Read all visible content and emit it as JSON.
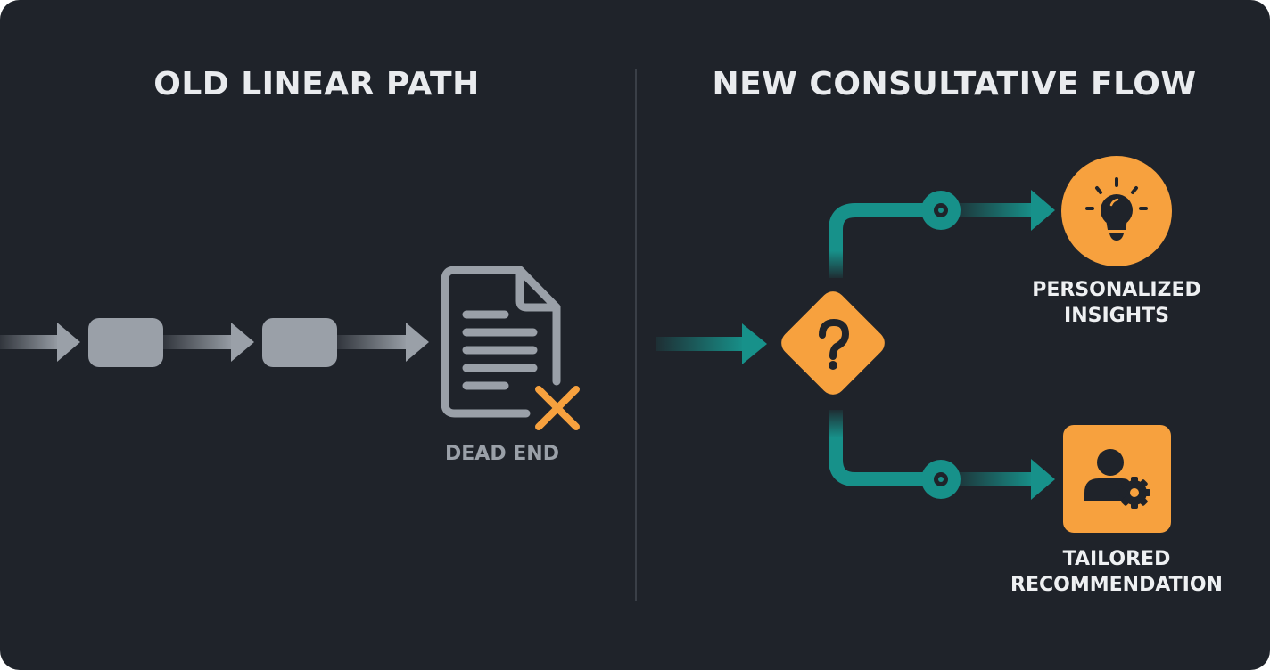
{
  "left_panel": {
    "title": "OLD LINEAR PATH",
    "steps": [
      "step-1",
      "step-2"
    ],
    "end_label": "DEAD END",
    "end_icon": "document-x-icon"
  },
  "right_panel": {
    "title": "NEW CONSULTATIVE FLOW",
    "decision_icon": "question-mark-icon",
    "branches": [
      {
        "label_line1": "PERSONALIZED",
        "label_line2": "INSIGHTS",
        "icon": "lightbulb-icon"
      },
      {
        "label_line1": "TAILORED",
        "label_line2": "RECOMMENDATION",
        "icon": "user-gear-icon"
      }
    ]
  },
  "colors": {
    "background": "#1f232a",
    "gray": "#9aa0a8",
    "orange": "#f7a13e",
    "teal": "#17918a",
    "title": "#e9ebee"
  }
}
